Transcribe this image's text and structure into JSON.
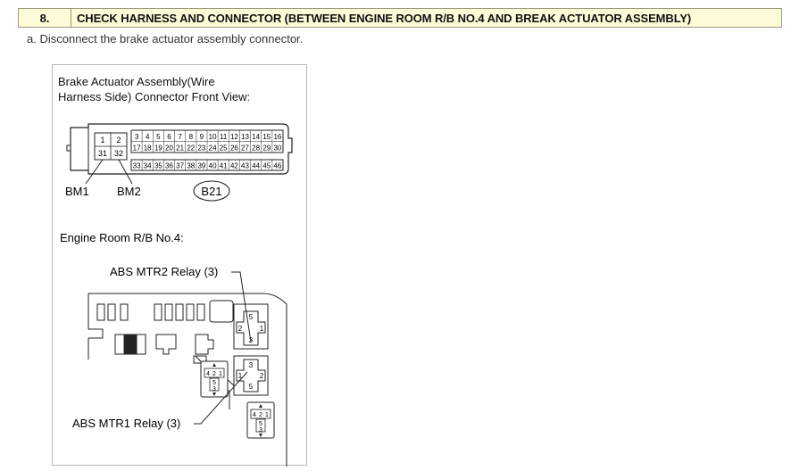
{
  "step": {
    "number": "8.",
    "title": "CHECK HARNESS AND CONNECTOR (BETWEEN ENGINE ROOM R/B NO.4 AND BREAK ACTUATOR ASSEMBLY)"
  },
  "instruction": "a. Disconnect the brake actuator assembly connector.",
  "figure": {
    "connector_caption_line1": "Brake Actuator Assembly(Wire",
    "connector_caption_line2": "Harness Side) Connector Front View:",
    "left_pins_top": [
      "1",
      "2"
    ],
    "left_pins_bottom": [
      "31",
      "32"
    ],
    "row1_pins": [
      "3",
      "4",
      "5",
      "6",
      "7",
      "8",
      "9",
      "10",
      "11",
      "12",
      "13",
      "14",
      "15",
      "16"
    ],
    "row2_pins": [
      "17",
      "18",
      "19",
      "20",
      "21",
      "22",
      "23",
      "24",
      "25",
      "26",
      "27",
      "28",
      "29",
      "30"
    ],
    "row3_pins": [
      "33",
      "34",
      "35",
      "36",
      "37",
      "38",
      "39",
      "40",
      "41",
      "42",
      "43",
      "44",
      "45",
      "46"
    ],
    "label_bm1": "BM1",
    "label_bm2": "BM2",
    "connector_code": "B21",
    "rb_caption": "Engine Room R/B No.4:",
    "relay2_label": "ABS MTR2 Relay (3)",
    "relay1_label": "ABS MTR1 Relay (3)",
    "relay_pins": {
      "r2": [
        "5",
        "2",
        "1",
        "3"
      ],
      "r1": [
        "3",
        "1",
        "2",
        "5"
      ],
      "small_a": [
        "4",
        "2",
        "1",
        "5",
        "3"
      ],
      "small_b": [
        "4",
        "2",
        "1",
        "5",
        "3"
      ]
    }
  }
}
